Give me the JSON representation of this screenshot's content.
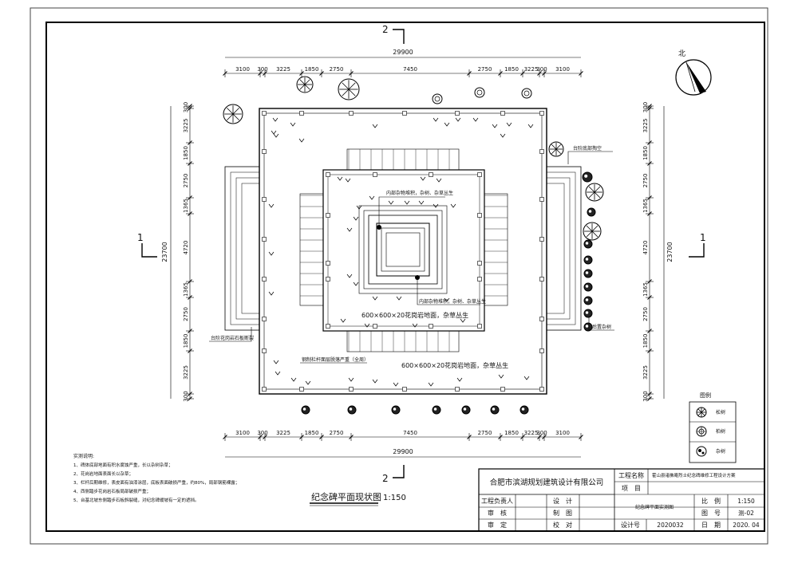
{
  "dims": {
    "top": [
      "3100",
      "300",
      "3225",
      "1850",
      "2750",
      "7450",
      "2750",
      "1850",
      "3225",
      "300",
      "3100"
    ],
    "bottom": [
      "3100",
      "300",
      "3225",
      "1850",
      "2750",
      "7450",
      "2750",
      "1850",
      "3225",
      "300",
      "3100"
    ],
    "total": "29900",
    "left": [
      "300",
      "3225",
      "1850",
      "2750",
      "1365",
      "4720",
      "1365",
      "2750",
      "1850",
      "3225",
      "300"
    ],
    "right": [
      "300",
      "3225",
      "1850",
      "2750",
      "1365",
      "4720",
      "1365",
      "2750",
      "1850",
      "3225",
      "300"
    ],
    "vtotal": "23700"
  },
  "section_marks": {
    "top": "2",
    "bottom": "2",
    "left": "1",
    "right": "1"
  },
  "north": "北",
  "annotations": {
    "inner_weeds": "内部杂物堆积，杂树、杂草丛生",
    "inner_weeds2": "内部杂物堆积，杂树、杂草丛生",
    "granite_inner": "600×600×20花岗岩地面，杂草丛生",
    "granite_outer": "600×600×20花岗岩地面，杂草丛生",
    "railing": "钢制栏杆面层脱落严重（全周）",
    "steps_left": "台阶花岗岩石板断裂",
    "steps_right": "台阶底部掏空",
    "back_trees": "后置杂树"
  },
  "legend": {
    "title": "图例",
    "items": [
      {
        "icon": "pine-tree-icon",
        "label": "松树"
      },
      {
        "icon": "cypress-tree-icon",
        "label": "柏树"
      },
      {
        "icon": "misc-tree-icon",
        "label": "杂树"
      }
    ]
  },
  "notes": {
    "title": "实测说明:",
    "lines": [
      "1、碑体底部地面有积水腐蚀严重，长以杂树杂草；",
      "2、花岗岩地面表面长以杂草；",
      "3、栏杆后期维修，表皮面有油漆涂层，底板表面破损严重，约80%，局部钢筋裸露；",
      "4、西侧踏步花岗岩石板局部破损严重；",
      "5、台基北坡东侧踏步石板斜裂缝，对纪念碑缓坡有一定的遮挡。"
    ]
  },
  "drawing_title": "纪念碑平面现状图",
  "drawing_scale": "1:150",
  "title_block": {
    "company": "合肥市滨湖规划建筑设计有限公司",
    "project_name_label": "工程名称",
    "project_name": "霍山县诸佛庵烈士纪念碑维修工程设计方案",
    "item_label": "项　目",
    "item_value": "",
    "engineer_label": "工程负责人",
    "review_label": "审　核",
    "approve_label": "审　定",
    "design_label": "设　计",
    "draw_label": "制　图",
    "check_label": "校　对",
    "sheet_title": "纪念碑平面实测图",
    "scale_label": "比　例",
    "scale_value": "1:150",
    "drawing_no_label": "图　号",
    "drawing_no_value": "测-02",
    "design_no_label": "设计号",
    "design_no_value": "2020032",
    "date_label": "日　期",
    "date_value": "2020. 04"
  }
}
